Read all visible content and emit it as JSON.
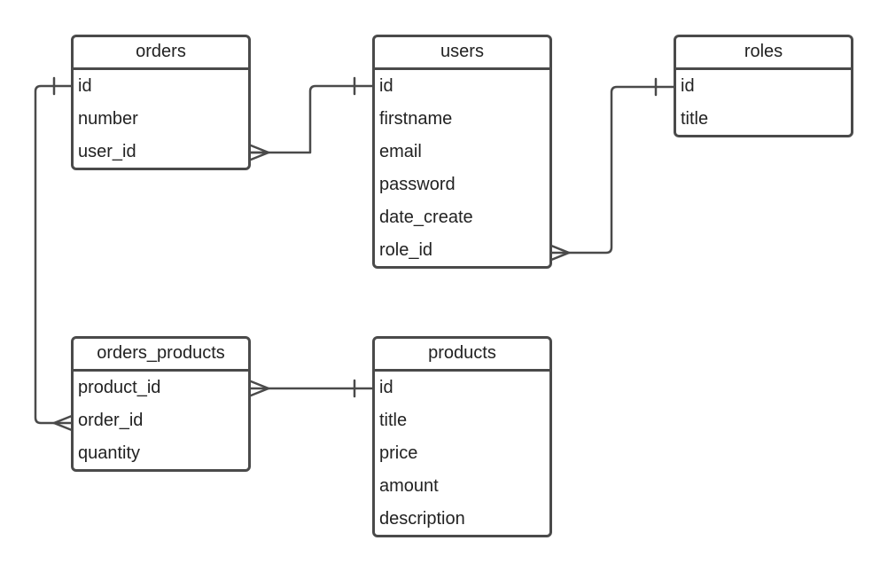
{
  "diagram": {
    "line_color": "#4a4a4a",
    "tables": {
      "orders": {
        "title": "orders",
        "fields": [
          "id",
          "number",
          "user_id"
        ]
      },
      "users": {
        "title": "users",
        "fields": [
          "id",
          "firstname",
          "email",
          "password",
          "date_create",
          "role_id"
        ]
      },
      "roles": {
        "title": "roles",
        "fields": [
          "id",
          "title"
        ]
      },
      "orders_products": {
        "title": "orders_products",
        "fields": [
          "product_id",
          "order_id",
          "quantity"
        ]
      },
      "products": {
        "title": "products",
        "fields": [
          "id",
          "title",
          "price",
          "amount",
          "description"
        ]
      }
    }
  }
}
